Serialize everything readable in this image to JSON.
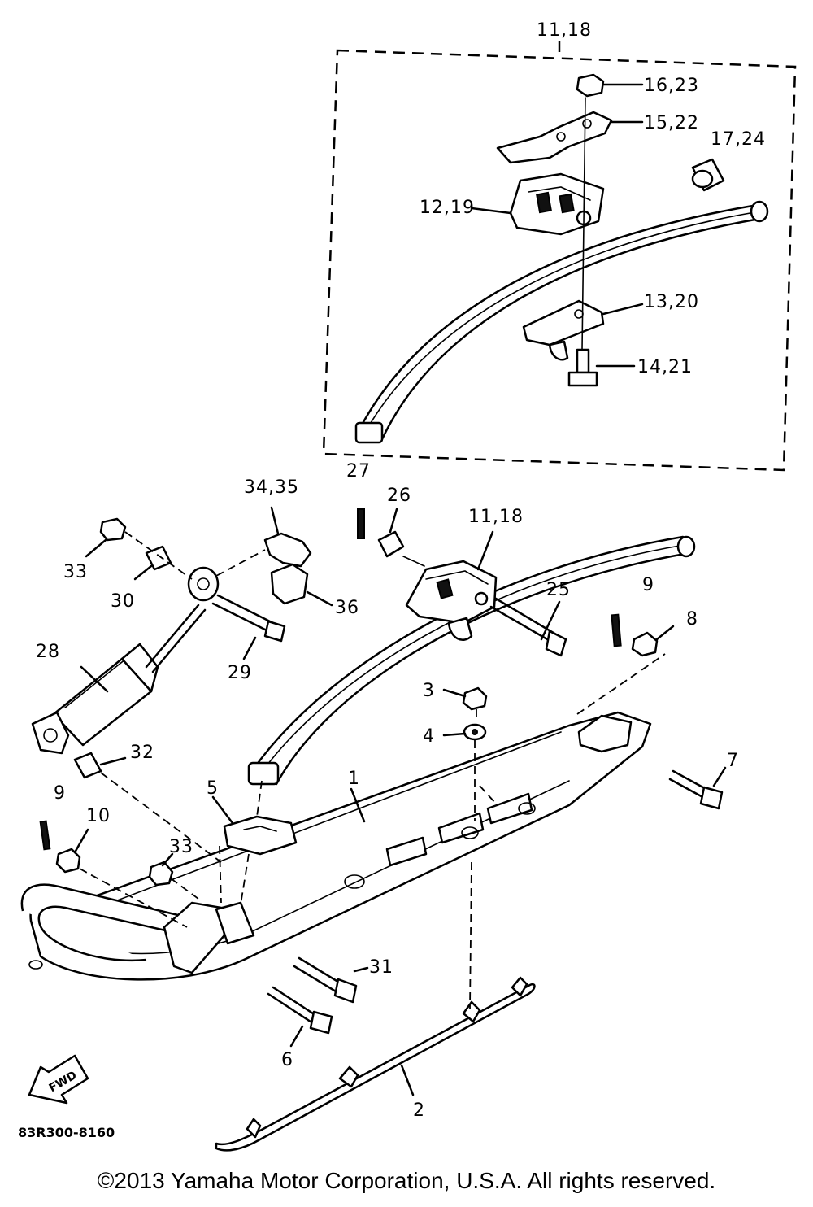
{
  "callouts": {
    "c1": "1",
    "c2": "2",
    "c3": "3",
    "c4": "4",
    "c5": "5",
    "c6": "6",
    "c7": "7",
    "c8": "8",
    "c9a": "9",
    "c9b": "9",
    "c10": "10",
    "c11_18_top": "11,18",
    "c11_18_mid": "11,18",
    "c12_19": "12,19",
    "c13_20": "13,20",
    "c14_21": "14,21",
    "c15_22": "15,22",
    "c16_23": "16,23",
    "c17_24": "17,24",
    "c25": "25",
    "c26": "26",
    "c27": "27",
    "c28": "28",
    "c29": "29",
    "c30": "30",
    "c31": "31",
    "c32": "32",
    "c33a": "33",
    "c33b": "33",
    "c34_35": "34,35",
    "c36": "36"
  },
  "fwd_label": "FWD",
  "diagram_code": "83R300-8160",
  "copyright": "©2013 Yamaha Motor Corporation, U.S.A. All rights reserved."
}
